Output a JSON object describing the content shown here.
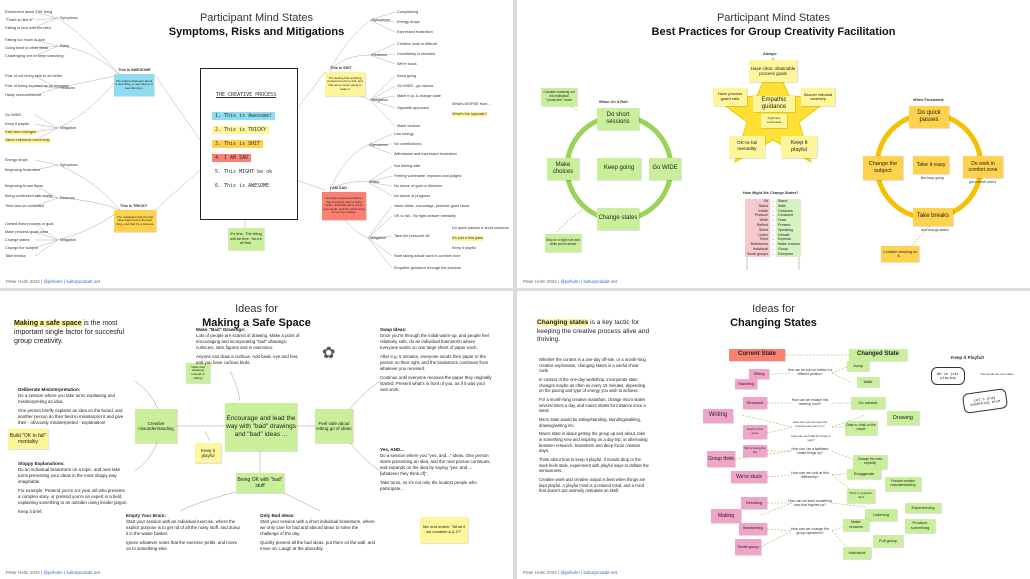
{
  "p1": {
    "title": "Participant Mind States",
    "subtitle": "Symptoms, Risks and Mitigations",
    "footer_author": "Peter Holm 2024 |",
    "footer_handle": "@pirholm | kulturprodukt.net",
    "mind_title": "THE CREATIVE PROCESS",
    "mind_items": [
      "1. This is Awesome!",
      "2. This is TRICKY",
      "3. This is SHIT",
      "4. I AM SAD",
      "5. This MIGHT be ok",
      "6. This is AWESOME"
    ],
    "center_note": "It's fine. The thing will be fine. You're all fine.",
    "left_top_label": "This is AWESOME",
    "left_top_note": "The initial excitement about a new thing, a new idea or a new direction.",
    "left_bot_label": "This is TRICKY",
    "left_bot_note": "The realisation that the first idea might not be the best thing, and that it's a process.",
    "right_top_label": "This is SHIT",
    "right_top_note": "The feeling that anything produced so far is shit, and that we've never going to make it.",
    "right_bot_label": "I AM SAD",
    "right_bot_note": "Feelings of personal failure, that everyone else is doing better, and that you're out of your depth, and the whole thing is one big mistake.",
    "branch_symptoms": "Symptoms",
    "branch_risks": "Risks",
    "branch_reasons": "Reasons",
    "branch_mitigation": "Mitigation",
    "lt_symptoms": [
      "Excitement about THE thing",
      "\"That's so like it!\"",
      "Falling in love with the idea"
    ],
    "lt_risks": [
      "Falling too much in love",
      "Going blind to other ideas",
      "Challenging one to keep searching"
    ],
    "lt_reasons": [
      "Fear of not being able to do better",
      "Fear of being exposed as an impostor",
      "Hasty overconfidence"
    ],
    "lt_mitigation": [
      "Go WIDE",
      "Keep it playful",
      "Fast idea changes",
      "Value individual ownership"
    ],
    "lb_symptoms": [
      "Energy drops",
      "Beginning frustration"
    ],
    "lb_reasons": [
      "Beginning to see flaws",
      "Being confronted with reality",
      "Tired and un-motivated"
    ],
    "lb_mitigation": [
      "Limited fixed process or goal",
      "Make process goals clear",
      "Change states",
      "Change the subject",
      "Take breaks"
    ],
    "rt_symptoms": [
      "Complaining",
      "Energy drops",
      "Expressed frustration"
    ],
    "rt_reasons": [
      "Creative work is difficult",
      "Uncertainty is stressful",
      "We're stuck"
    ],
    "rt_mitigation": [
      "Keep going",
      "Go WIDE - go narrow",
      "Make it up & change state",
      "Opposite approach",
      "Make choices"
    ],
    "rt_extra": [
      "What's WORSE than...",
      "What's the opposite?"
    ],
    "rb_symptoms": [
      "Low energy",
      "No contributions",
      "Withdrawal and expressed frustration"
    ],
    "rb_risks": [
      "Not feeling safe",
      "Feeling vulnerable, exposed and judged",
      "No sense of goal or direction",
      "No sense of progress"
    ],
    "rb_mitigation": [
      "Value ideas, encourage, promote good ideas",
      "OK to fail - No right answer mentality",
      "Take the pressure off",
      "Start taking actual work in comfort zone",
      "Empathic guidance through the process"
    ],
    "rb_extra": [
      "Do quick passes & short sessions",
      "It's just a first pass",
      "Keep it playful"
    ]
  },
  "p2": {
    "title": "Participant Mind States",
    "subtitle": "Best Practices for Group Creativity Facilitation",
    "footer_author": "Peter Holm 2024 |",
    "footer_handle": "@pirholm | kulturprodukt.net",
    "always": "Always:",
    "star_top": "Have clear, obtainable process goals",
    "star_center": "Empathic guidance",
    "star_center_sub": "Fight lazy consensus",
    "star_left": "Have process guard rails",
    "star_right": "Discover individual ownership",
    "star_bl": "OK-to-fail mentality",
    "star_br": "Keep it playful",
    "roll_title": "When On A Roll:",
    "roll_tip": "Consider breaking out into individual \"production\" mode",
    "roll_top": "Do short sessions",
    "roll_left": "Make choices",
    "roll_center": "Keep going",
    "roll_right": "Go WIDE",
    "roll_bottom": "Change states",
    "roll_bl": "Stop on a high note and while you're ahead",
    "frus_title": "When Frustrated:",
    "frus_top": "Do quick passes",
    "frus_left": "Change the subject",
    "frus_center": "Take it easy",
    "frus_center_sub": "But keep going",
    "frus_right": "Do work in comfort zone",
    "frus_right_sub": "get a small victory",
    "frus_bottom": "Take breaks",
    "frus_bottom_sub": "and change states",
    "frus_br": "Consider sleeping on it...",
    "change_title": "How Might We Change States?",
    "change_rows": [
      [
        "Sit",
        "Stand"
      ],
      [
        "Stand",
        "Walk"
      ],
      [
        "Inside",
        "Outdoors"
      ],
      [
        "Produce",
        "Consume"
      ],
      [
        "Write",
        "Draw"
      ],
      [
        "Reflect",
        "Present"
      ],
      [
        "Silent",
        "Speaking"
      ],
      [
        "Listen",
        "Debate"
      ],
      [
        "Think",
        "Express"
      ],
      [
        "Brainstorm",
        "Make choices"
      ],
      [
        "Individual",
        "Group"
      ],
      [
        "Small groups",
        "Everyone"
      ]
    ]
  },
  "p3": {
    "title": "Ideas for",
    "subtitle": "Making a Safe Space",
    "footer_author": "Peter Holm 2024 |",
    "footer_handle": "@pirholm | kulturprodukt.net",
    "intro_hl": "Making a safe space",
    "intro_rest": " is the most important single factor for succesful group creativity.",
    "center": "Encourage and lead the way with \"bad\" drawings and \"bad\" ideas ...",
    "n_creative": "Creative misunderstanding",
    "n_playful": "Keep it playful",
    "n_feelsafe": "Feel safe about letting go of ideas",
    "n_beingok": "Being OK with \"bad\" stuff",
    "n_build": "Build \"OK to fail\" mentality",
    "n_mix": "Mix and match: \"What if we combine A & Z?\"",
    "n_tiny": "Make bad drawings instead of talking",
    "delib_title": "Deliberate Misinterpretation:",
    "delib_text": "Do a session where you take turns explaining and misinterpreting an idea.",
    "delib_text2": "One person briefly explains an idea on the board, and another person do their best to misinterpret it and give their - obviously misinterpreted - explanation!",
    "sloppy_title": "Sloppy Explanations:",
    "sloppy_text": "Do an individual brainstorm on a topic, and next take turns presenting your ideas in the most sloppy way imaginable.",
    "sloppy_text2": "For example: Pretend you're a 5 year old who presents a complex story, or pretend you're an expert in a field, explaining something to an outsider using insider jargon.",
    "sloppy_text3": "Keep it brief.",
    "bad_title": "Make \"Bad\" Drawings:",
    "bad_text": "Lots of people are scared of drawing. Make a point of encouraging and incorporating \"bad\" drawings, curlicues, stick figures and in exercises.",
    "bad_text2": "Anyone can draw a curlicue. Add beak, eye and feet, and you have curlicue birds.",
    "swap_title": "Swap Ideas:",
    "swap_text": "Once you're through the initial warm-up, and people feel relatively safe, do an individual brainstorm where everyone works on one large sheet of paper each.",
    "swap_text2": "After e.g. 5 minutes, everyone sends their paper to the person on their right, and the brainstorm continues from whatever you received.",
    "swap_text3": "Continue until everyone receives the paper they originally started. Present what's in front of you, as if it was your own work.",
    "yes_title": "Yes, AND...",
    "yes_text": "Do a session where you \"yes, and...\" ideas. One person starts presenting an idea, and the next person continues, and expands on the idea by saying \"yes, and ... [whatever they think of]\".",
    "yes_text2": "Take turns, so it's not only the loudest people who participate...",
    "empty_title": "Empty Your Brain:",
    "empty_text": "Start your session with an individual exercise, where the explicit purpose is to get rid of all the noisy stuff, and dump it in the waste basket.",
    "empty_text2": "Ignore whatever notes that the exercise yields, and move on to something else.",
    "onlybad_title": "Only Bad Ideas:",
    "onlybad_text": "Start your session with a short individual brainstorm, where we only care for bad and absurd ideas to solve the challenge of the day.",
    "onlybad_text2": "Quickly present all the bad ideas, put them on the wall, and move on. Laugh at the absurdity."
  },
  "p4": {
    "title": "Ideas for",
    "subtitle": "Changing States",
    "footer_author": "Peter Holm 2024 |",
    "footer_handle": "@pirholm | kulturprodukt.net",
    "intro_hl": "Changing states",
    "intro_rest": " is a key tactic for keeping the creative process alive and thriving.",
    "paras": [
      "Whether the context is a one-day off-site, or a month-long creative exploration, changing states is a useful cheat code.",
      "In context of the one-day workshop, incorporate state changes maybe as often as every 15 minutes, depending on the pacing and type of energy you wish to achieve.",
      "For a month-long creative marathon, change micro states several times a day, and macro states for instance once a week.",
      "Micro state would be sitting/standing, standing/walking, drawing/writing etc.",
      "Macro state is about getting the group up and about, take in something new and inspiring on a day trip, or alternating between research, brainstorm and deep focus creation days.",
      "Think about how to keep it playful. If moods drop or the work feels stale, experiment with playful ways to deflate the seriousness.",
      "Creative work and creative output is best when things are kept playful. A playful mind is a relaxed mind, and a mind that doesn't put untimely restraints on itself."
    ],
    "current_state": "Current State",
    "changed_state": "Changed State",
    "keep_playful": "Keep it Playful!",
    "bubble1": "We're just playing",
    "bubble2": "The words we use matter",
    "bubble3": "Let's play something else",
    "cur_states": [
      "Sitting",
      "Standing",
      "Stressed!",
      "Writing",
      "Stuck in this room",
      "We're losing the fun",
      "Group think",
      "We're stuck",
      "Debating",
      "Making",
      "Brainstorming",
      "Small group"
    ],
    "questions": [
      "How can we put our bodies in a different position?",
      "How can we escape this meeting room?",
      "How else can we view the environment we're in?",
      "How can we build the thing or sign?",
      "How can I as a facilitator shake things up?",
      "How can we look at this differently?",
      "How can we learn something new that inspires us?",
      "How can we change the group dynamics?"
    ],
    "changed_states": [
      "Jump",
      "Walk",
      "Go outside",
      "Drawing",
      "Draw w. chalk on the carpet",
      "Change the rules explicitly",
      "Exaggerate",
      "Practice creative misunderstanding",
      "Think in opposite-land",
      "Experiencing",
      "Listening",
      "Make choices",
      "Produce something",
      "Full group",
      "Individual"
    ]
  }
}
